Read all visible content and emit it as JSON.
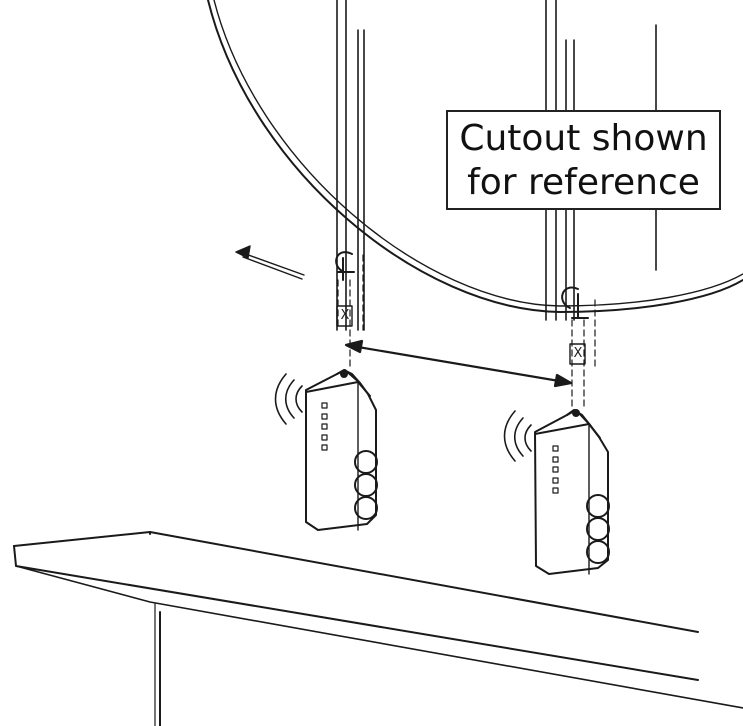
{
  "callout": {
    "line1": "Cutout shown",
    "line2": "for reference"
  },
  "markers": {
    "left": "X",
    "right": "X"
  }
}
